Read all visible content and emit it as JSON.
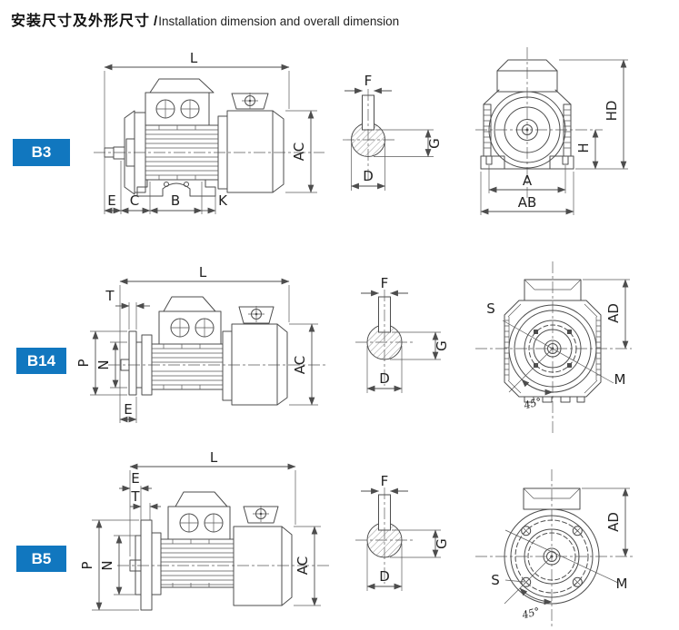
{
  "title": {
    "zh": "安装尺寸及外形尺寸",
    "sep": "/",
    "en": "Installation dimension and overall dimension"
  },
  "colors": {
    "badge_blue": "#1177bf",
    "line_gray": "#4d4d4d",
    "text": "#222222",
    "background": "#ffffff"
  },
  "rows": [
    {
      "badge": "B3",
      "labels": {
        "L": "L",
        "AC": "AC",
        "E": "E",
        "C": "C",
        "B": "B",
        "K": "K",
        "F": "F",
        "G": "G",
        "D": "D",
        "HD": "HD",
        "H": "H",
        "A": "A",
        "AB": "AB"
      }
    },
    {
      "badge": "B14",
      "labels": {
        "L": "L",
        "T": "T",
        "P": "P",
        "N": "N",
        "AC": "AC",
        "E": "E",
        "F": "F",
        "G": "G",
        "D": "D",
        "S": "S",
        "AD": "AD",
        "M": "M",
        "angle": "45°"
      }
    },
    {
      "badge": "B5",
      "labels": {
        "L": "L",
        "E": "E",
        "T": "T",
        "P": "P",
        "N": "N",
        "AC": "AC",
        "F": "F",
        "G": "G",
        "D": "D",
        "AD": "AD",
        "S": "S",
        "M": "M",
        "angle": "45°"
      }
    }
  ]
}
